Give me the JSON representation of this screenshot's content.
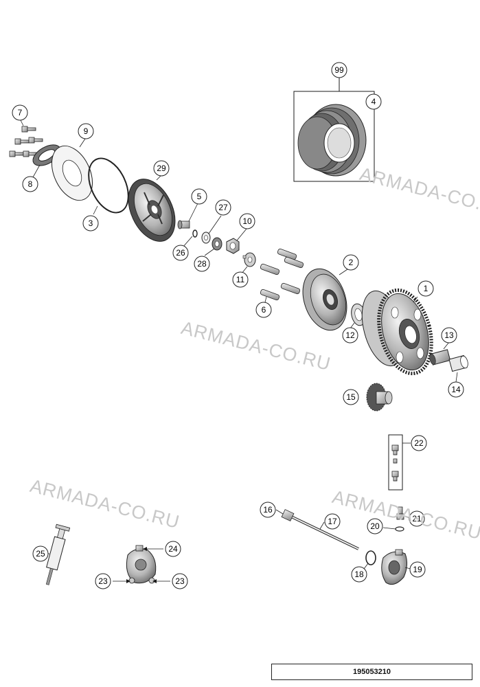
{
  "callouts": [
    {
      "id": "c1",
      "label": "1"
    },
    {
      "id": "c2",
      "label": "2"
    },
    {
      "id": "c3",
      "label": "3"
    },
    {
      "id": "c4",
      "label": "4"
    },
    {
      "id": "c5",
      "label": "5"
    },
    {
      "id": "c6",
      "label": "6"
    },
    {
      "id": "c7",
      "label": "7"
    },
    {
      "id": "c8",
      "label": "8"
    },
    {
      "id": "c9",
      "label": "9"
    },
    {
      "id": "c10",
      "label": "10"
    },
    {
      "id": "c11",
      "label": "11"
    },
    {
      "id": "c12",
      "label": "12"
    },
    {
      "id": "c13",
      "label": "13"
    },
    {
      "id": "c14",
      "label": "14"
    },
    {
      "id": "c15",
      "label": "15"
    },
    {
      "id": "c16",
      "label": "16"
    },
    {
      "id": "c17",
      "label": "17"
    },
    {
      "id": "c18",
      "label": "18"
    },
    {
      "id": "c19",
      "label": "19"
    },
    {
      "id": "c20",
      "label": "20"
    },
    {
      "id": "c21",
      "label": "21"
    },
    {
      "id": "c22",
      "label": "22"
    },
    {
      "id": "c23a",
      "label": "23"
    },
    {
      "id": "c23b",
      "label": "23"
    },
    {
      "id": "c24",
      "label": "24"
    },
    {
      "id": "c25",
      "label": "25"
    },
    {
      "id": "c26",
      "label": "26"
    },
    {
      "id": "c27",
      "label": "27"
    },
    {
      "id": "c28",
      "label": "28"
    },
    {
      "id": "c29",
      "label": "29"
    },
    {
      "id": "c99",
      "label": "99"
    }
  ],
  "watermark": "ARMADA-CO.RU",
  "reference_number": "195053210",
  "colors": {
    "line": "#1a1a1a",
    "part": "#7a7a7a",
    "part_light": "#d9d9d9",
    "watermark": "#c8c8c8"
  }
}
